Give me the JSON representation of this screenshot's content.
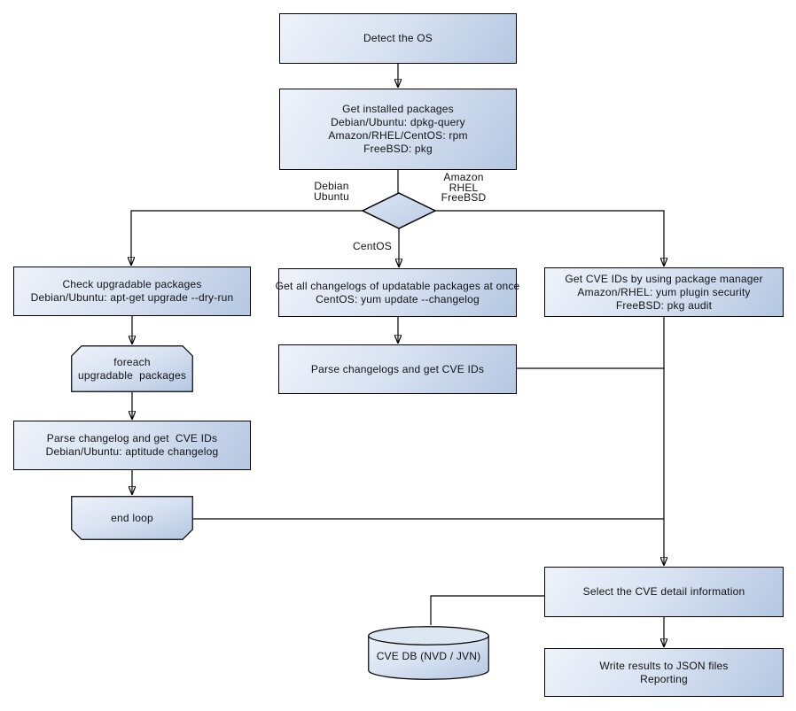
{
  "nodes": {
    "detect_os": "Detect the OS",
    "get_installed": "Get installed packages\nDebian/Ubuntu: dpkg-query\nAmazon/RHEL/CentOS: rpm\nFreeBSD: pkg",
    "check_upgradable": "Check upgradable packages\nDebian/Ubuntu: apt-get upgrade --dry-run",
    "foreach_loop": "foreach\nupgradable  packages",
    "parse_changelog_debian": "Parse changelog and get  CVE IDs\nDebian/Ubuntu: aptitude changelog",
    "end_loop": "end loop",
    "get_changelogs_centos": "Get all changelogs of updatable packages at once\nCentOS: yum update --changelog",
    "parse_changelogs_centos": "Parse changelogs and get CVE IDs",
    "get_cve_ids_pkg_manager": "Get CVE IDs by using package manager\nAmazon/RHEL: yum plugin security\nFreeBSD: pkg audit",
    "select_cve_detail": "Select the CVE detail information",
    "write_results": "Write results to JSON files\nReporting",
    "cve_db": "CVE DB (NVD / JVN)"
  },
  "edge_labels": {
    "debian_branch": "Debian\nUbuntu",
    "amazon_branch": "Amazon\nRHEL\nFreeBSD",
    "centos_branch": "CentOS"
  },
  "colors": {
    "node_fill_light": "#eef2fa",
    "node_fill_dark": "#b5c7e2",
    "diamond_fill_light": "#dce6f4",
    "diamond_fill_dark": "#bccde7",
    "border": "#000000",
    "background": "#ffffff",
    "text": "#111111"
  }
}
